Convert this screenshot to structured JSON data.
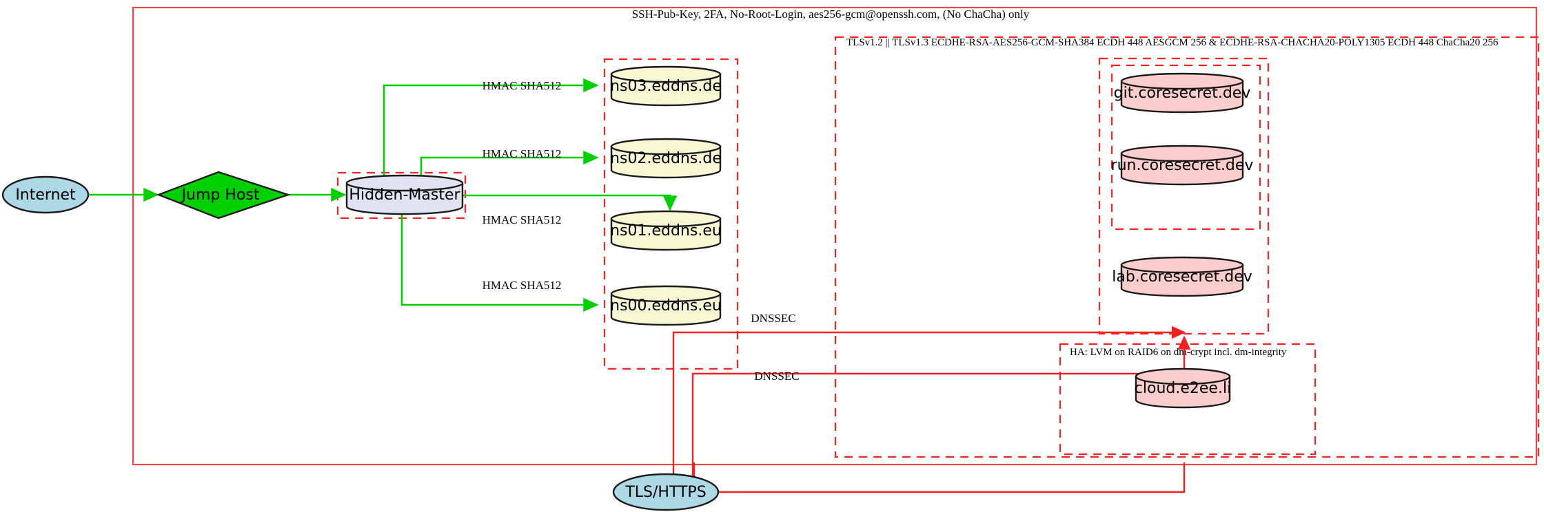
{
  "diagram": {
    "title_top": "SSH-Pub-Key, 2FA, No-Root-Login, aes256-gcm@openssh.com, (No ChaCha) only",
    "groups": [
      {
        "id": "tls-group",
        "label": "TLSv1.2 || TLSv1.3 ECDHE-RSA-AES256-GCM-SHA384 ECDH 448 AESGCM 256 & ECDHE-RSA-CHACHA20-POLY1305 ECDH 448 ChaCha20 256"
      },
      {
        "id": "ha-group",
        "label": "HA: LVM on RAID6 on dm-crypt incl. dm-integrity"
      }
    ],
    "nodes": {
      "internet": "Internet",
      "jump_host": "Jump Host",
      "hidden_master": "Hidden-Master",
      "ns03": "ns03.eddns.de",
      "ns02": "ns02.eddns.de",
      "ns01": "ns01.eddns.eu",
      "ns00": "ns00.eddns.eu",
      "git": "git.coresecret.dev",
      "run": "run.coresecret.dev",
      "lab": "lab.coresecret.dev",
      "cloud": "cloud.e2ee.li",
      "tls_https": "TLS/HTTPS"
    },
    "edge_labels": {
      "hmac_ns03": "HMAC SHA512",
      "hmac_ns02": "HMAC SHA512",
      "hmac_ns01": "HMAC SHA512",
      "hmac_ns00": "HMAC SHA512",
      "dnssec_1": "DNSSEC",
      "dnssec_2": "DNSSEC"
    },
    "colors": {
      "boundary_red": "#f04545",
      "group_dash_red": "#ff2222",
      "edge_green": "#00d000",
      "edge_red": "#f22020",
      "node_yellow": "#f7f7d4",
      "node_lavender": "#e2e2f2",
      "node_pink": "#fbcdcd",
      "node_blue": "#add8e6",
      "node_green": "#00d000"
    }
  }
}
